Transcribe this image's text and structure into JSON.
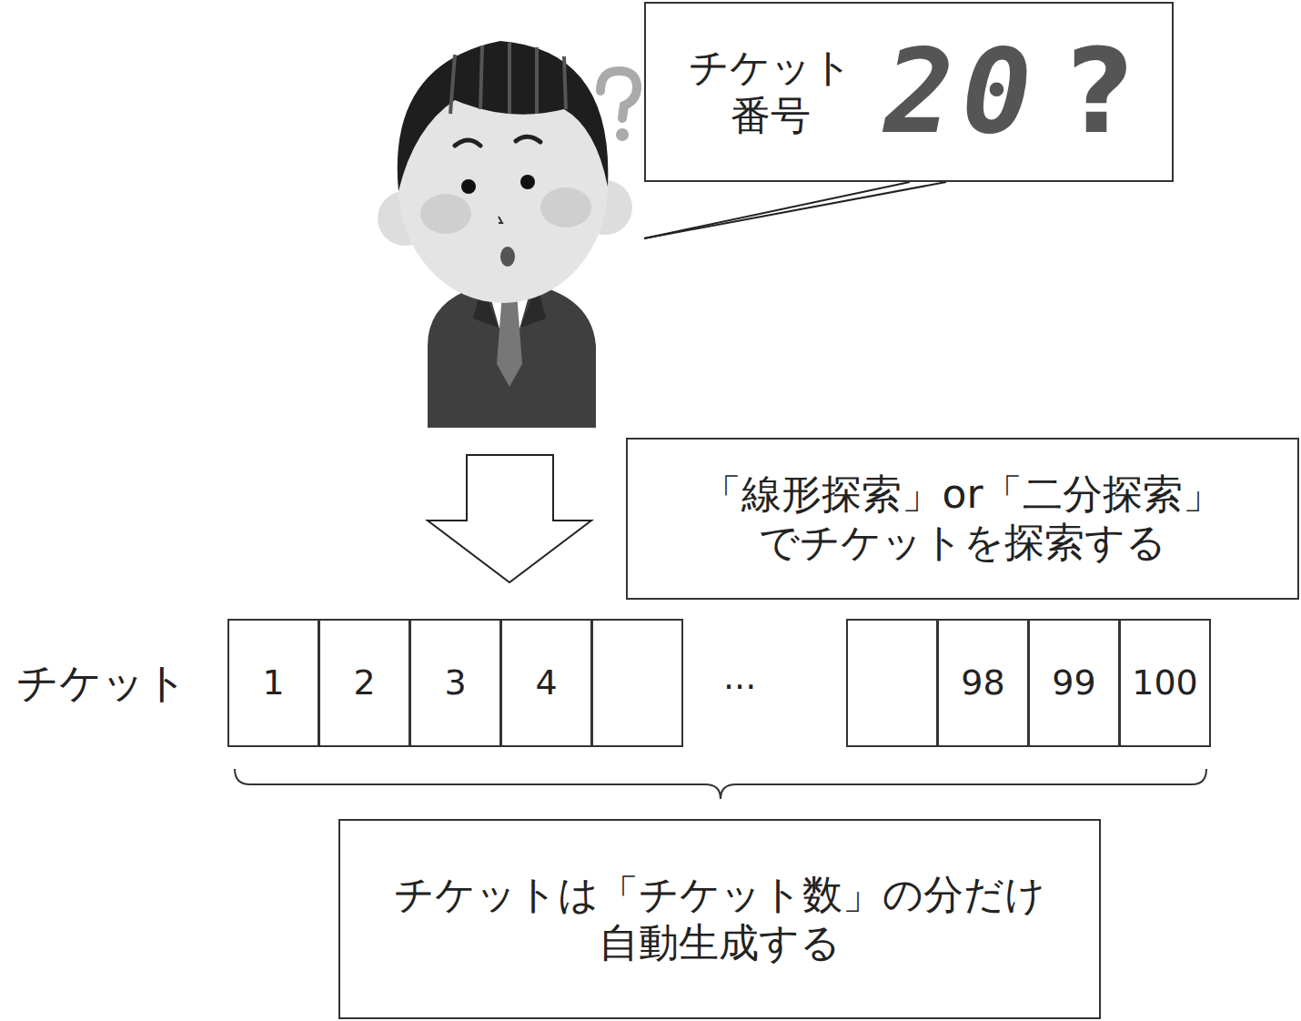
{
  "diagram": {
    "nodes": [
      {
        "text": [
          "チケット 番号",
          "20",
          "?"
        ]
      },
      {
        "text": [
          "「線形探索」or「二分探索」 でチケットを探索する"
        ]
      },
      {
        "text": [
          "1"
        ]
      },
      {
        "text": [
          "2"
        ]
      },
      {
        "text": [
          "3"
        ]
      },
      {
        "text": [
          "4"
        ]
      },
      {
        "text": [
          "98"
        ]
      },
      {
        "text": [
          "99"
        ]
      },
      {
        "text": [
          "100"
        ]
      },
      {
        "text": [
          "チケットは「チケット数」の分だけ 自動生成する"
        ]
      }
    ],
    "labels": [
      "チケット",
      "..."
    ]
  }
}
